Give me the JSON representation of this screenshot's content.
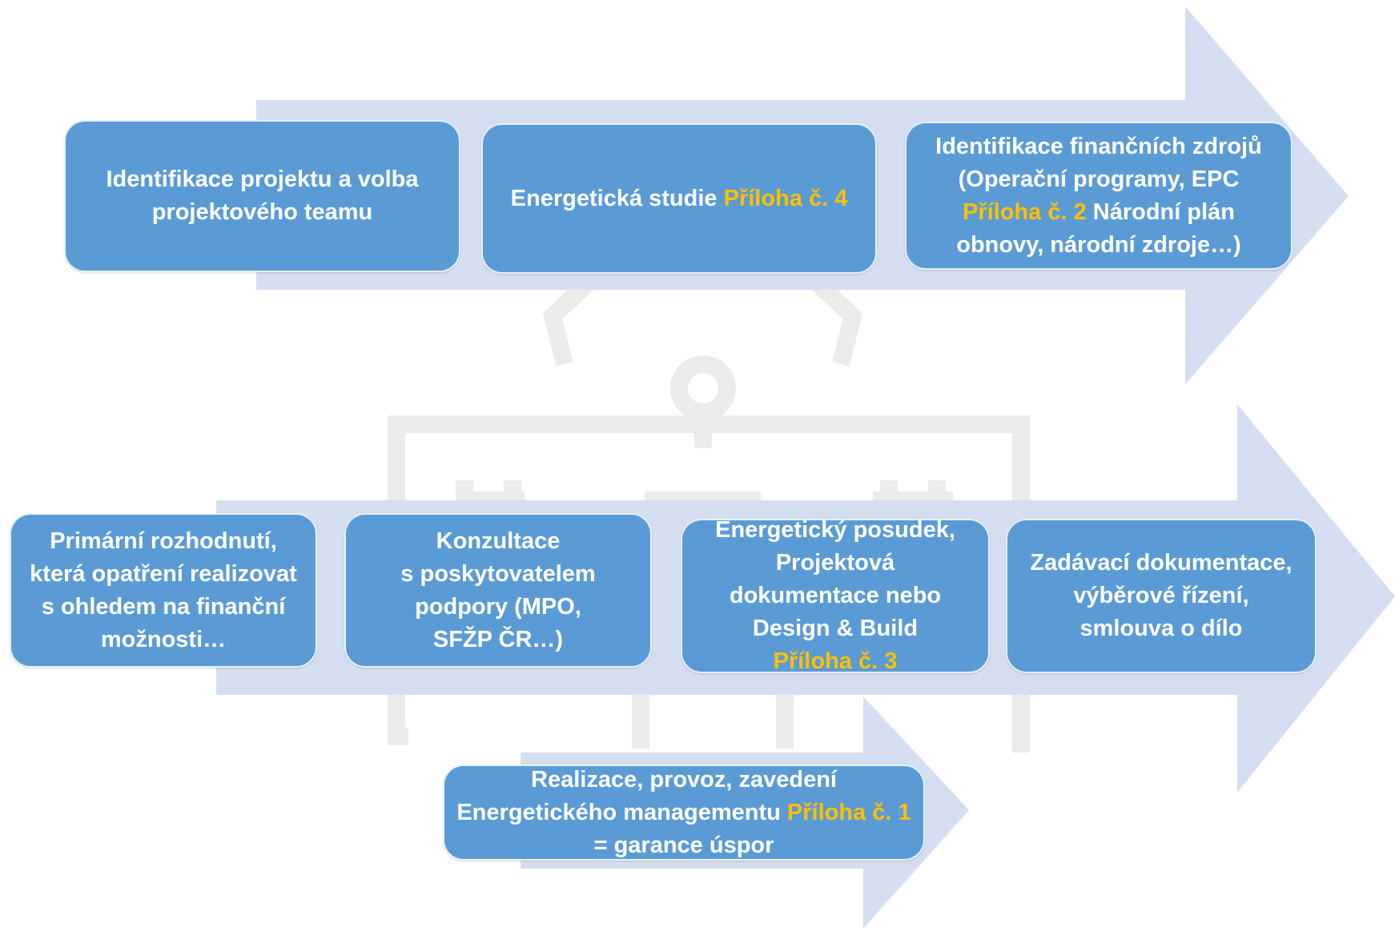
{
  "colors": {
    "arrow": "#d3ddef",
    "box": "#5b9bd5",
    "text": "#ffffff",
    "highlight": "#ffc000",
    "watermark": "#ebebeb"
  },
  "watermark": {
    "icon": "building-logo-icon"
  },
  "steps": [
    {
      "text": "Identifikace projektu  a volba projektového teamu"
    },
    {
      "text_before": "Energetická studie ",
      "highlight": "Příloha č. 4"
    },
    {
      "line1": "Identifikace finančních zdrojů",
      "text_before": "(Operační programy, EPC ",
      "highlight": "Příloha č. 2",
      "text_after": " Národní plán obnovy, národní zdroje…)"
    },
    {
      "text": "Primární rozhodnutí, která opatření realizovat s ohledem na finanční možnosti…"
    },
    {
      "line1": "Konzultace",
      "text": "s poskytovatelem podpory (MPO, SFŽP ČR…)"
    },
    {
      "text_before": "Energetický posudek, Projektová dokumentace nebo Design & Build",
      "highlight": "Příloha č. 3"
    },
    {
      "text": "Zadávací dokumentace, výběrové řízení, smlouva o dílo"
    },
    {
      "text_before": "Realizace, provoz, zavedení Energetického managementu ",
      "highlight": "Příloha č. 1",
      "text_after": " = garance úspor"
    }
  ]
}
